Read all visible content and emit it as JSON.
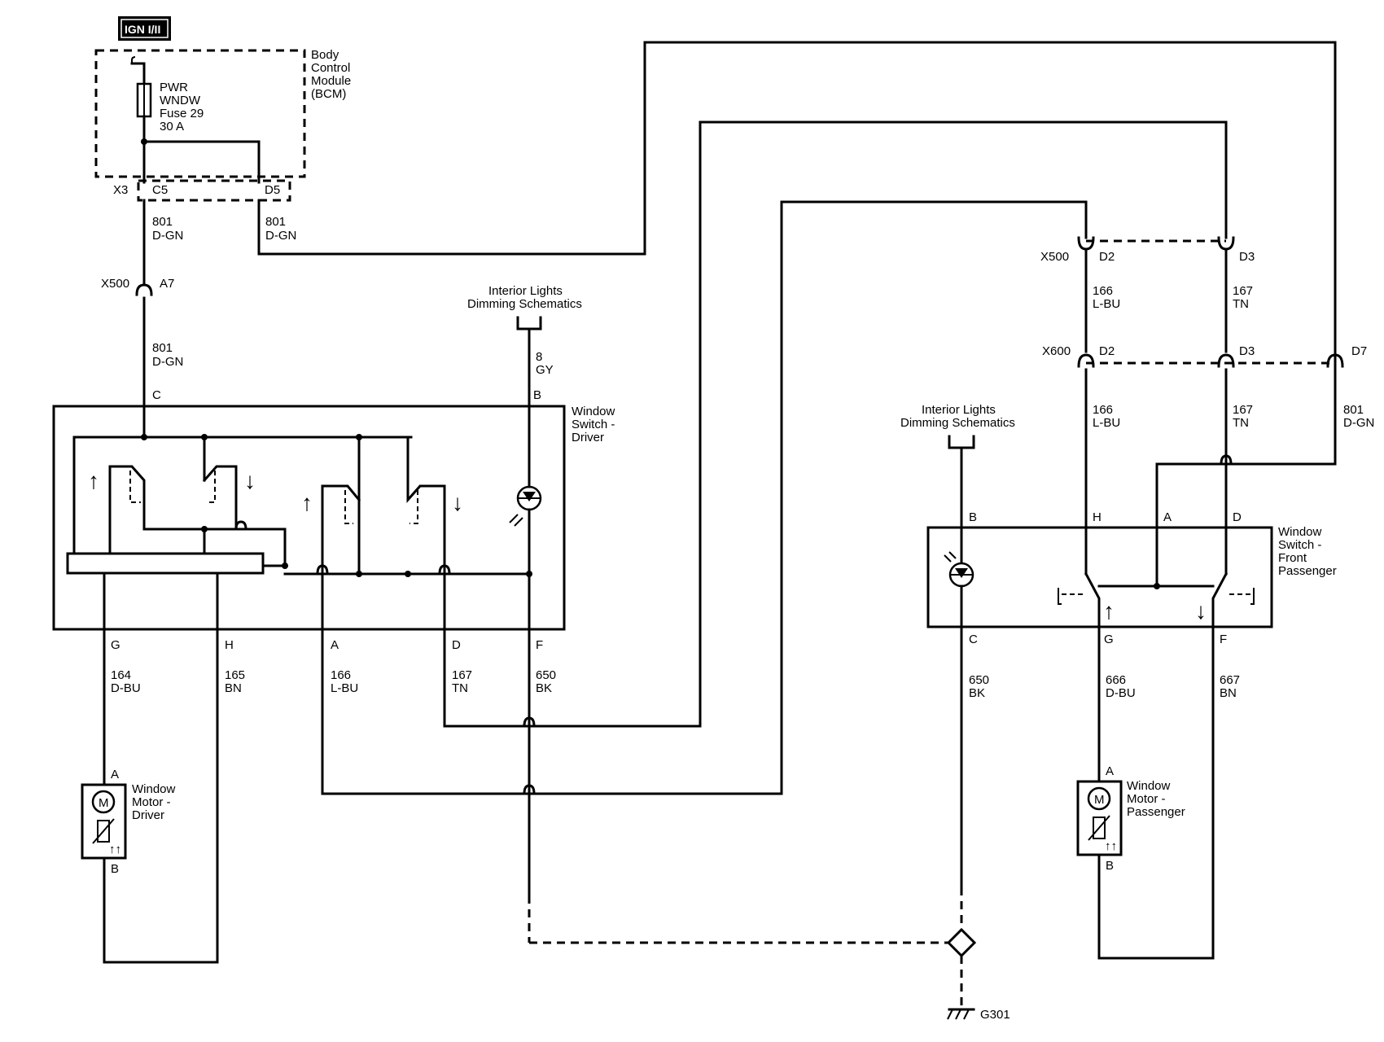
{
  "header": {
    "power": "IGN I/II"
  },
  "bcm": {
    "name": [
      "Body",
      "Control",
      "Module",
      "(BCM)"
    ],
    "fuse": [
      "PWR",
      "WNDW",
      "Fuse 29",
      "30 A"
    ],
    "conn_x3": "X3",
    "pin_c5": "C5",
    "pin_d5": "D5"
  },
  "wires": {
    "w801a": [
      "801",
      "D-GN"
    ],
    "w801b": [
      "801",
      "D-GN"
    ],
    "w801c": [
      "801",
      "D-GN"
    ],
    "w801d": [
      "801",
      "D-GN"
    ],
    "w8": [
      "8",
      "GY"
    ],
    "w164": [
      "164",
      "D-BU"
    ],
    "w165": [
      "165",
      "BN"
    ],
    "w166a": [
      "166",
      "L-BU"
    ],
    "w167a": [
      "167",
      "TN"
    ],
    "w650a": [
      "650",
      "BK"
    ],
    "w166b": [
      "166",
      "L-BU"
    ],
    "w167b": [
      "167",
      "TN"
    ],
    "w166c": [
      "166",
      "L-BU"
    ],
    "w167c": [
      "167",
      "TN"
    ],
    "w650b": [
      "650",
      "BK"
    ],
    "w666": [
      "666",
      "D-BU"
    ],
    "w667": [
      "667",
      "BN"
    ]
  },
  "connectors": {
    "x500_left": "X500",
    "a7": "A7",
    "x500_right": "X500",
    "x500_d2": "D2",
    "x500_d3": "D3",
    "x600": "X600",
    "x600_d2": "D2",
    "x600_d3": "D3",
    "x600_d7": "D7"
  },
  "dimming": {
    "left": [
      "Interior Lights",
      "Dimming Schematics"
    ],
    "right": [
      "Interior Lights",
      "Dimming Schematics"
    ]
  },
  "driver_switch": {
    "name": [
      "Window",
      "Switch -",
      "Driver"
    ],
    "pins": {
      "c": "C",
      "b": "B",
      "g": "G",
      "h": "H",
      "a": "A",
      "d": "D",
      "f": "F"
    }
  },
  "passenger_switch": {
    "name": [
      "Window",
      "Switch -",
      "Front",
      "Passenger"
    ],
    "pins": {
      "b": "B",
      "h": "H",
      "a": "A",
      "d": "D",
      "c": "C",
      "g": "G",
      "f": "F"
    }
  },
  "driver_motor": {
    "name": [
      "Window",
      "Motor -",
      "Driver"
    ],
    "pin_a": "A",
    "pin_b": "B",
    "symbol": "M"
  },
  "passenger_motor": {
    "name": [
      "Window",
      "Motor -",
      "Passenger"
    ],
    "pin_a": "A",
    "pin_b": "B",
    "symbol": "M"
  },
  "ground": {
    "name": "G301"
  },
  "icons": [
    "fuse-icon",
    "motor-icon",
    "led-icon",
    "ground-icon",
    "splice-diamond-icon",
    "arrow-up-icon",
    "arrow-down-icon"
  ]
}
